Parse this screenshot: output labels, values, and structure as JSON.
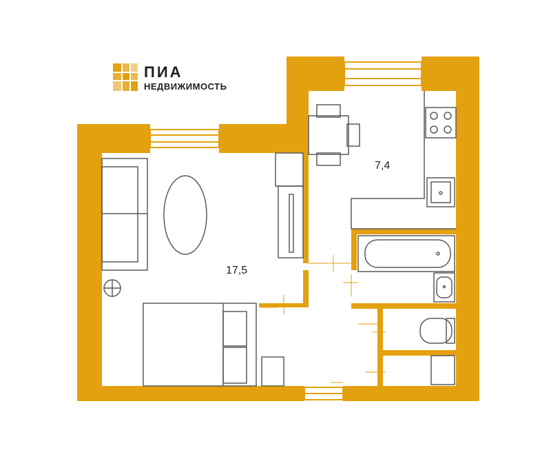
{
  "brand": {
    "name": "ПИА",
    "subtitle": "НЕДВИЖИМОСТЬ"
  },
  "rooms": {
    "living_area": "17,5",
    "kitchen_area": "7,4"
  },
  "colors": {
    "wall": "#E3A10F",
    "furniture_stroke": "#5a5a5a",
    "door_swing": "#E3A10F",
    "text": "#1d1d1b"
  },
  "icons": [
    "logo-mark-icon",
    "sofa-icon",
    "oval-rug-icon",
    "floor-lamp-icon",
    "bed-icon",
    "desk-icon",
    "dining-table-icon",
    "stove-icon",
    "kitchen-sink-icon",
    "bathtub-icon",
    "washbasin-icon",
    "toilet-icon",
    "washing-machine-icon"
  ]
}
